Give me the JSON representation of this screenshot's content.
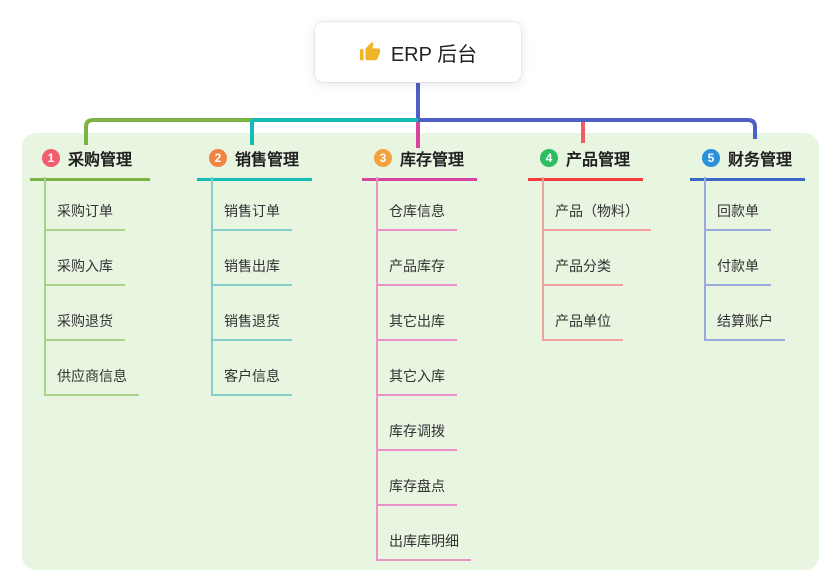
{
  "root": {
    "title": "ERP 后台",
    "icon": "thumbs-up-icon"
  },
  "branches": [
    {
      "num": "1",
      "title": "采购管理",
      "items": [
        "采购订单",
        "采购入库",
        "采购退货",
        "供应商信息"
      ]
    },
    {
      "num": "2",
      "title": "销售管理",
      "items": [
        "销售订单",
        "销售出库",
        "销售退货",
        "客户信息"
      ]
    },
    {
      "num": "3",
      "title": "库存管理",
      "items": [
        "仓库信息",
        "产品库存",
        "其它出库",
        "其它入库",
        "库存调拨",
        "库存盘点",
        "出库库明细"
      ]
    },
    {
      "num": "4",
      "title": "产品管理",
      "items": [
        "产品（物料）",
        "产品分类",
        "产品单位"
      ]
    },
    {
      "num": "5",
      "title": "财务管理",
      "items": [
        "回款单",
        "付款单",
        "结算账户"
      ]
    }
  ],
  "colors": {
    "panel_background": "#e8f5e1",
    "root_stem_blue": "#4e60c3",
    "branch1_line": "#7cb342",
    "branch2_line": "#14bdb2",
    "branch3_line": "#d6449e",
    "branch4_line": "#f23d3d",
    "branch4_drop": "#f25c66",
    "branch5_line": "#3d68c5",
    "badge1": "#f25e6e",
    "badge2": "#ef8445",
    "badge3": "#f2a33b",
    "badge4": "#2dbd61",
    "badge5": "#2b90d9",
    "thumb_icon": "#f0b429"
  }
}
